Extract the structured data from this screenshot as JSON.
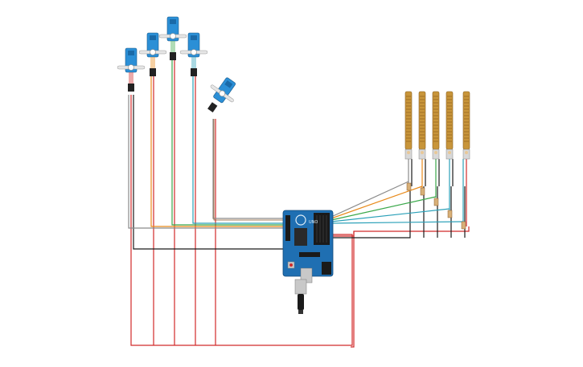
{
  "board": {
    "name": "Arduino Uno",
    "logo_text": "UNO",
    "body_color": "#1f6fb2"
  },
  "servos": [
    {
      "id": "servo-1",
      "color": "#2b8fd6"
    },
    {
      "id": "servo-2",
      "color": "#2b8fd6"
    },
    {
      "id": "servo-3",
      "color": "#2b8fd6"
    },
    {
      "id": "servo-4",
      "color": "#2b8fd6"
    },
    {
      "id": "servo-5",
      "color": "#2b8fd6"
    }
  ],
  "flex_sensors": [
    {
      "id": "flex-1"
    },
    {
      "id": "flex-2"
    },
    {
      "id": "flex-3"
    },
    {
      "id": "flex-4"
    },
    {
      "id": "flex-5"
    }
  ],
  "colors": {
    "power_wire": "#d12a2a",
    "ground_wire": "#1a1a1a",
    "signal_gray": "#8a8a8a",
    "signal_orange": "#e88a1a",
    "signal_green": "#3aa84a",
    "signal_teal": "#2aa0b8",
    "signal_brown": "#8a5a2a",
    "flex_body": "#c8953a"
  }
}
